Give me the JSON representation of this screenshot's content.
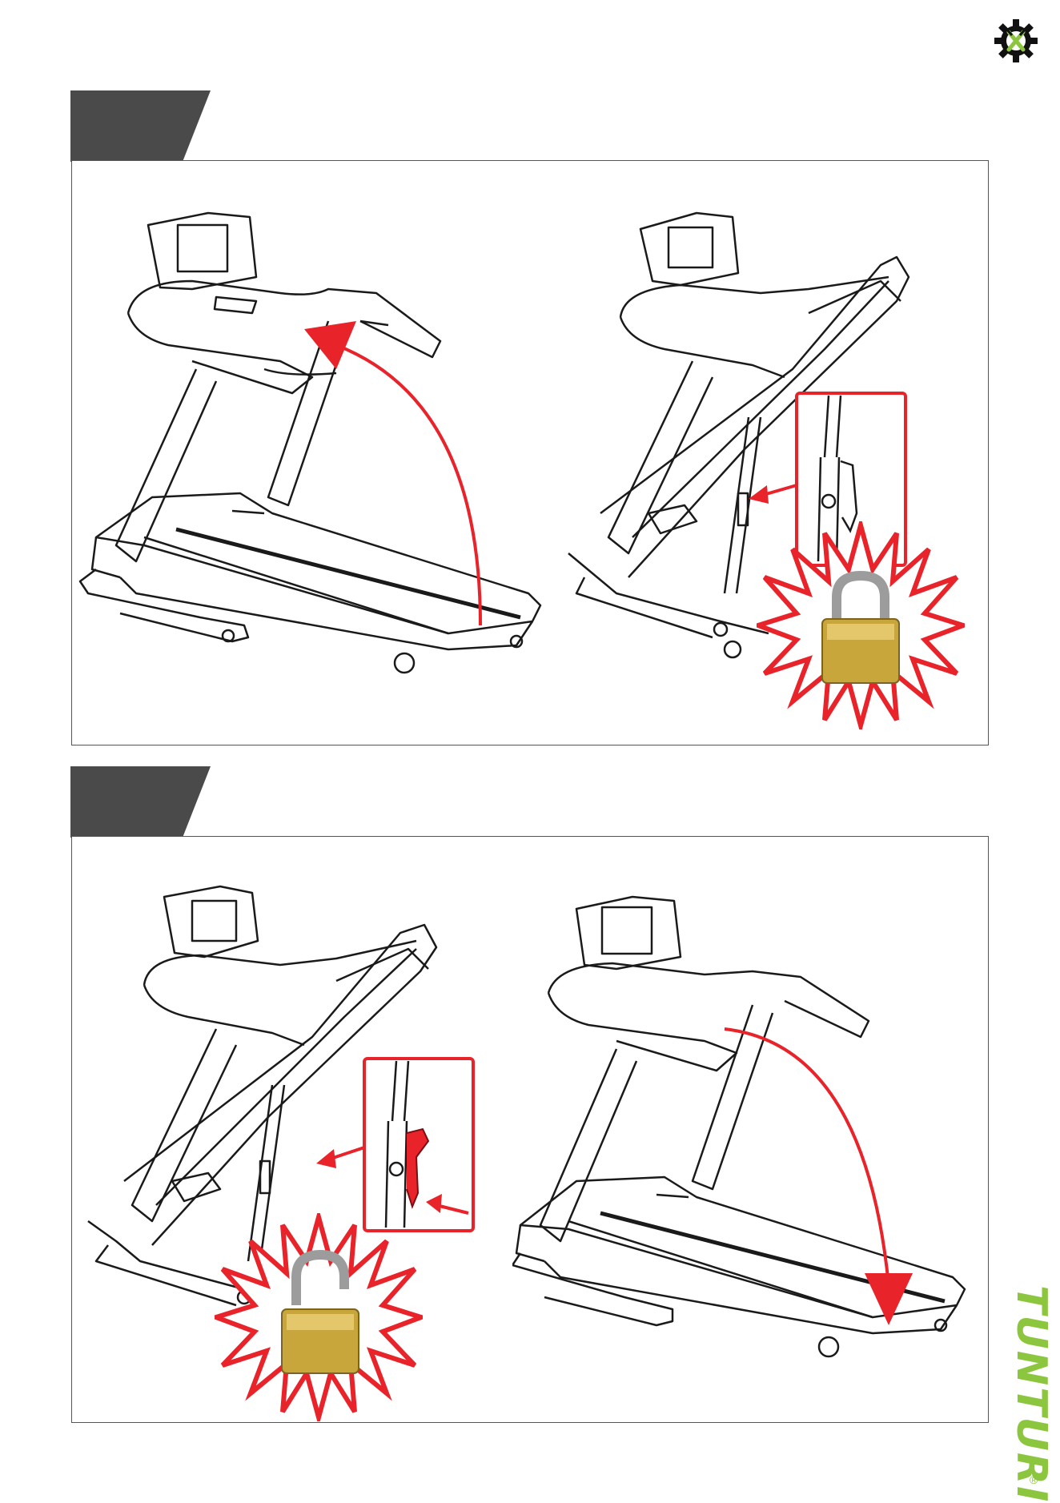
{
  "document": {
    "brand": {
      "name": "TUNTURI",
      "registered_mark": "®",
      "accent_color": "#8cc63f"
    },
    "icons": {
      "tool_icon": "gear-tools-icon",
      "lock_icon": "padlock-locked-icon",
      "unlock_icon": "padlock-unlocked-icon"
    },
    "steps": [
      {
        "id": "step-1",
        "panels": [
          "unfold-deck-up",
          "locked-latch"
        ]
      },
      {
        "id": "step-2",
        "panels": [
          "release-latch",
          "fold-deck-down"
        ]
      }
    ],
    "colors": {
      "tab": "#4a4a4a",
      "arrow": "#e8232a",
      "line": "#1a1a1a"
    }
  }
}
